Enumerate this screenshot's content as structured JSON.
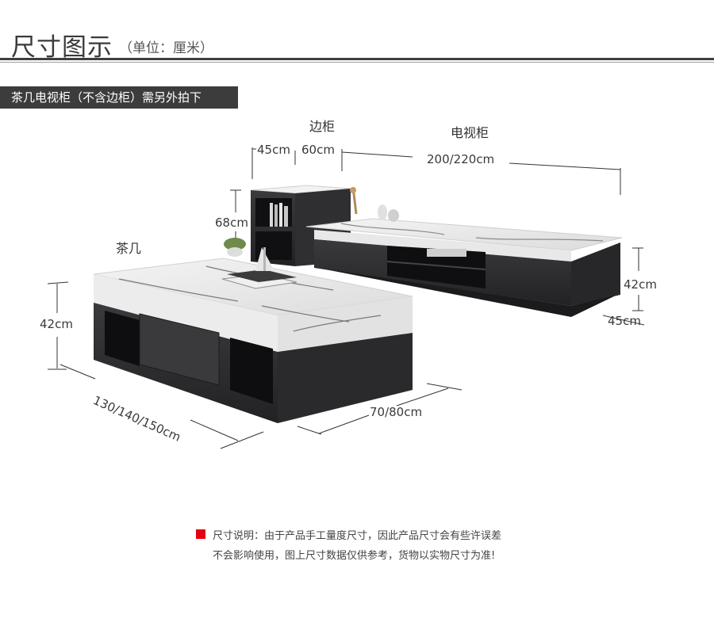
{
  "header": {
    "title": "尺寸图示",
    "unit_note": "（单位：厘米）"
  },
  "banner": {
    "text": "茶几电视柜（不含边柜）需另外拍下"
  },
  "labels": {
    "side_cabinet": "边柜",
    "tv_cabinet": "电视柜",
    "coffee_table": "茶几"
  },
  "dimensions": {
    "side_depth": "45cm",
    "side_width": "60cm",
    "side_height": "68cm",
    "tv_length": "200/220cm",
    "tv_height": "42cm",
    "tv_depth": "45cm",
    "table_height": "42cm",
    "table_length": "130/140/150cm",
    "table_depth": "70/80cm"
  },
  "footer": {
    "line1": "尺寸说明：由于产品手工量度尺寸，因此产品尺寸会有些许误差",
    "line2": "不会影响使用，图上尺寸数据仅供参考，货物以实物尺寸为准!"
  },
  "colors": {
    "dark_wood": "#2e2e30",
    "marble": "#eeeeee",
    "accent_red": "#e60012",
    "banner_bg": "#3c3c3c"
  }
}
